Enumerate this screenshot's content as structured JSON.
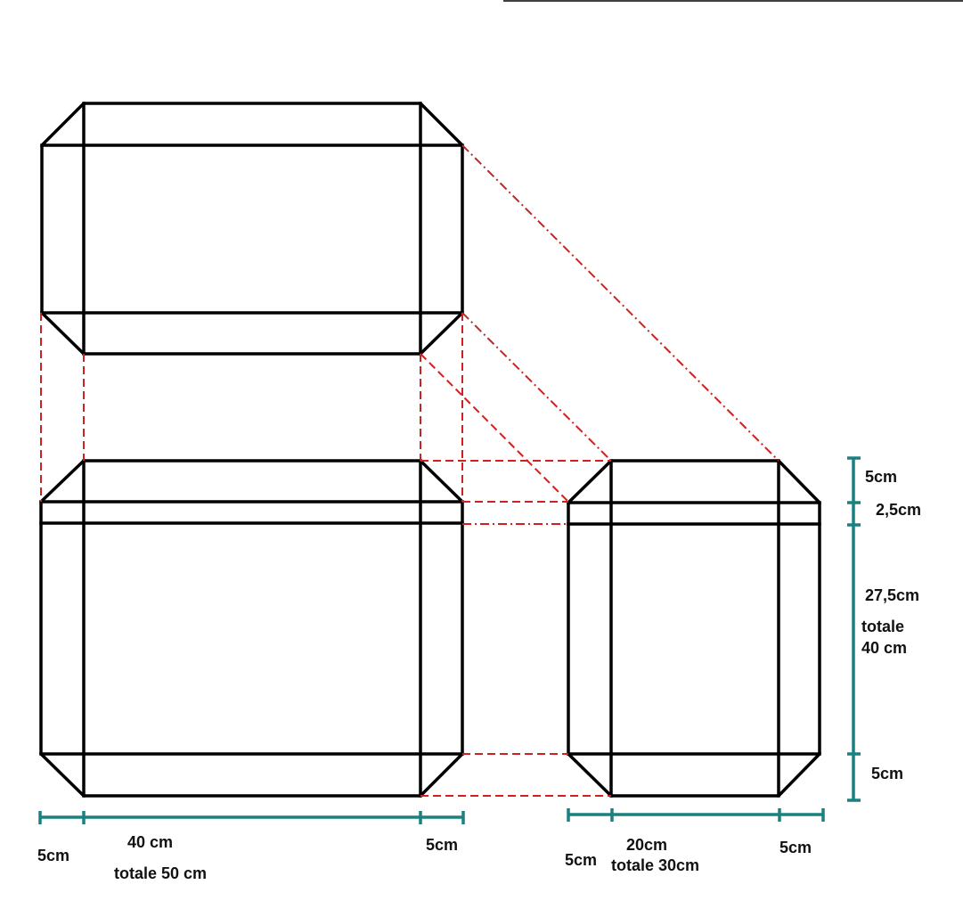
{
  "labels": {
    "bottom_left_5cm": "5cm",
    "bottom_40cm": "40 cm",
    "bottom_right_5cm": "5cm",
    "bottom_total_50": "totale 50 cm",
    "side_left_5cm": "5cm",
    "side_20cm": "20cm",
    "side_right_5cm": "5cm",
    "side_total_30": "totale 30cm",
    "right_top_5cm": "5cm",
    "right_2_5cm": "2,5cm",
    "right_27_5cm": "27,5cm",
    "right_totale": "totale",
    "right_40cm": "40 cm",
    "right_bottom_5cm": "5cm"
  },
  "colors": {
    "outline": "#000000",
    "projection": "#cc2222",
    "dimension": "#1a8080"
  }
}
